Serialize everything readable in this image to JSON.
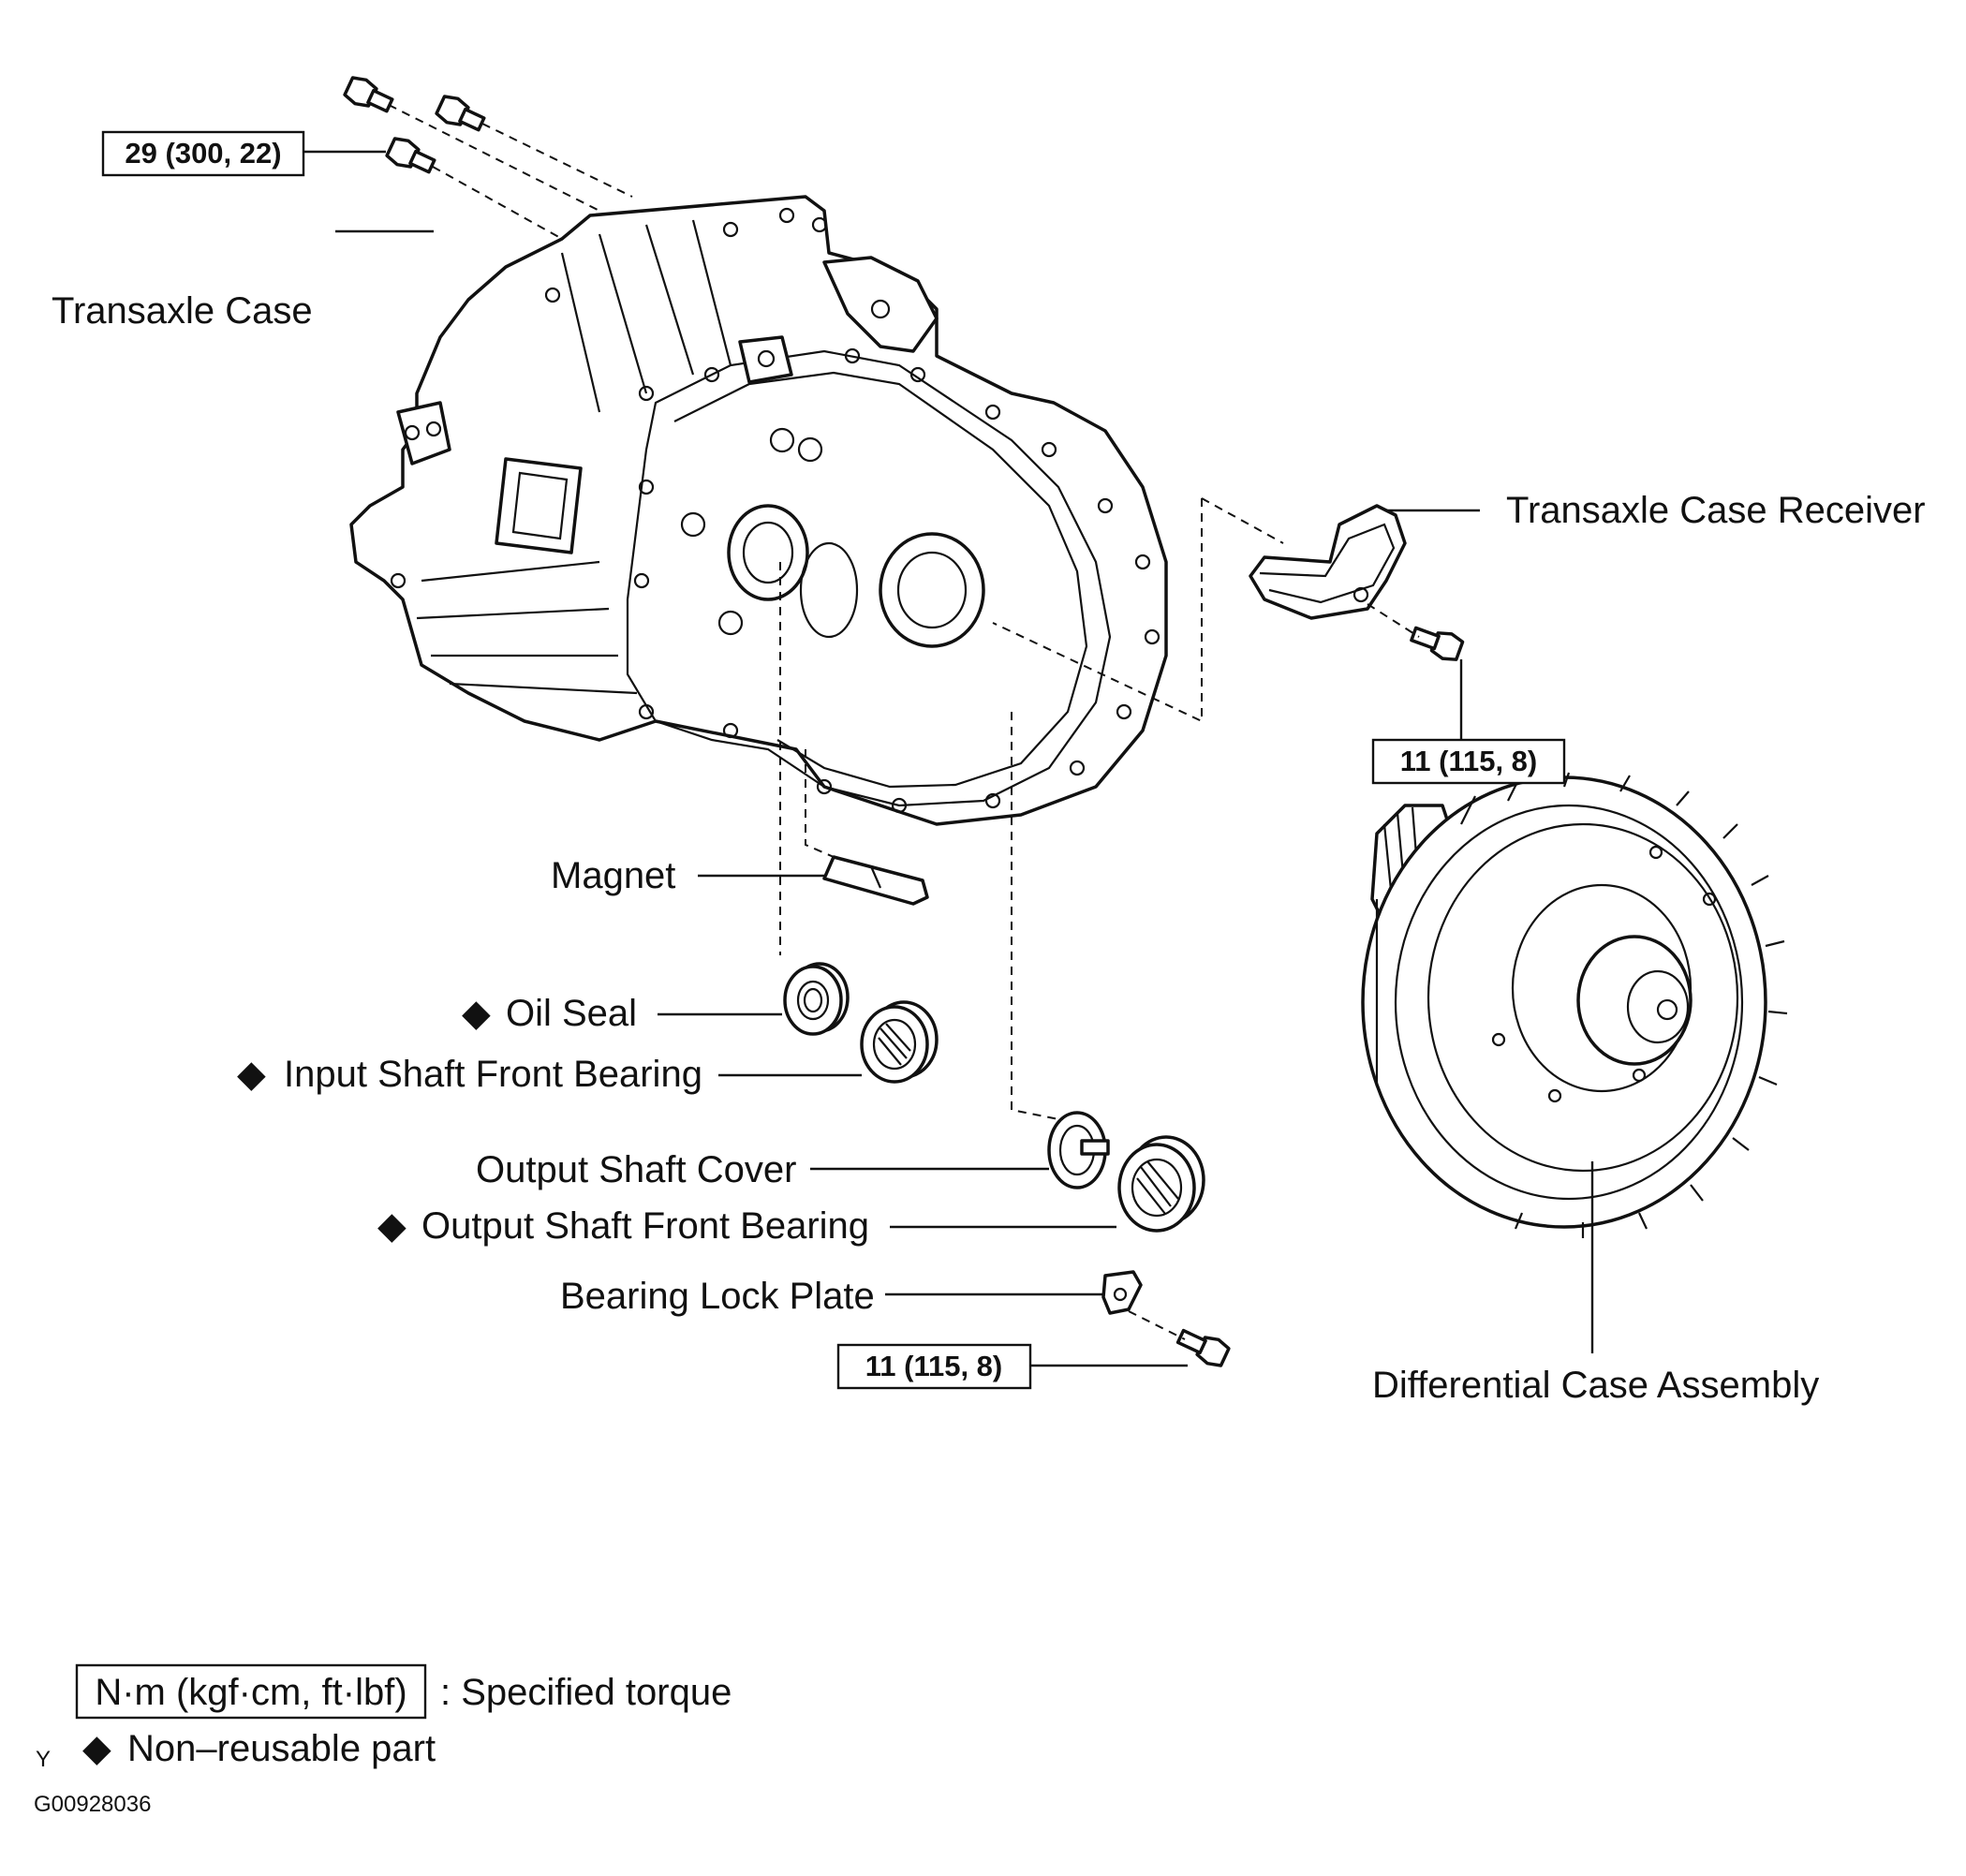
{
  "parts": {
    "transaxle_case": "Transaxle Case",
    "transaxle_case_receiver": "Transaxle Case Receiver",
    "magnet": "Magnet",
    "oil_seal": "Oil Seal",
    "input_shaft_front_bearing": "Input Shaft Front Bearing",
    "output_shaft_cover": "Output Shaft Cover",
    "output_shaft_front_bearing": "Output Shaft Front Bearing",
    "bearing_lock_plate": "Bearing Lock Plate",
    "differential_case_assembly": "Differential Case Assembly"
  },
  "torque": {
    "case_bolts": "29 (300, 22)",
    "receiver_bolt": "11 (115, 8)",
    "lock_plate_bolt": "11 (115, 8)"
  },
  "symbols": {
    "non_reusable": "◆"
  },
  "legend": {
    "torque_units": "N·m (kgf·cm, ft·lbf)",
    "torque_desc": ": Specified torque",
    "non_reusable_desc": "Non–reusable part",
    "corner_mark": "Y",
    "figure_id": "G00928036"
  }
}
